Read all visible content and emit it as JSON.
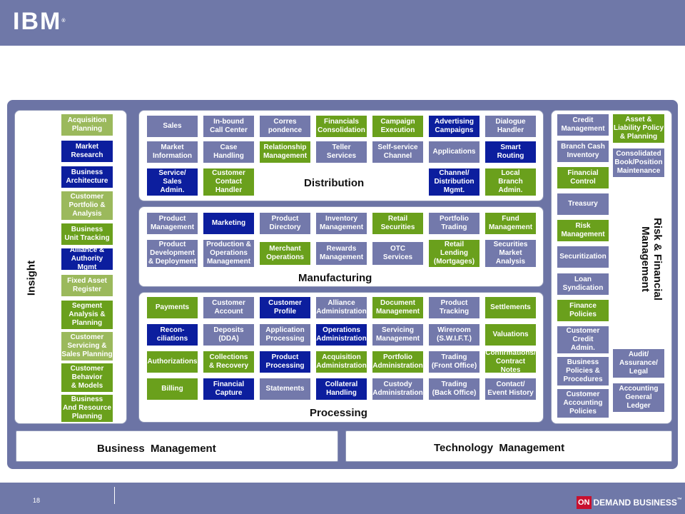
{
  "header": {
    "logo": "IBM"
  },
  "sections": {
    "insight": "Insight",
    "distribution": "Distribution",
    "manufacturing": "Manufacturing",
    "processing": "Processing",
    "risk": "Risk & Financial\nManagement",
    "business_management": "Business  Management",
    "technology_management": "Technology  Management"
  },
  "insight_boxes": [
    "Acquisition\nPlanning",
    "Market\nResearch",
    "Business\nArchitecture",
    "Customer\nPortfolio &\nAnalysis",
    "Business\nUnit Tracking",
    "Alliance &\nAuthority Mgmt",
    "Fixed Asset\nRegister",
    "Segment\nAnalysis &\nPlanning",
    "Customer\nServicing &\nSales Planning",
    "Customer\nBehavior\n& Models",
    "Business\nAnd Resource\nPlanning"
  ],
  "distribution_boxes": [
    "Sales",
    "In-bound\nCall Center",
    "Corres\npondence",
    "Financials\nConsolidation",
    "Campaign\nExecution",
    "Advertising\nCampaigns",
    "Dialogue\nHandler",
    "Market\nInformation",
    "Case\nHandling",
    "Relationship\nManagement",
    "Teller\nServices",
    "Self-service\nChannel",
    "Applications",
    "Smart\nRouting",
    "Service/\nSales\nAdmin.",
    "Customer\nContact\nHandler",
    "Channel/\nDistribution\nMgmt.",
    "Local\nBranch\nAdmin."
  ],
  "manufacturing_boxes": [
    "Product\nManagement",
    "Marketing",
    "Product\nDirectory",
    "Inventory\nManagement",
    "Retail\nSecurities",
    "Portfolio\nTrading",
    "Fund\nManagement",
    "Product\nDevelopment\n& Deployment",
    "Production &\nOperations\nManagement",
    "Merchant\nOperations",
    "Rewards\nManagement",
    "OTC\nServices",
    "Retail\nLending\n(Mortgages)",
    "Securities\nMarket\nAnalysis"
  ],
  "processing_boxes": [
    "Payments",
    "Customer\nAccount",
    "Customer\nProfile",
    "Alliance\nAdministration",
    "Document\nManagement",
    "Product\nTracking",
    "Settlements",
    "Recon-\nciliations",
    "Deposits\n(DDA)",
    "Application\nProcessing",
    "Operations\nAdministration",
    "Servicing\nManagement",
    "Wireroom\n(S.W.I.F.T.)",
    "Valuations",
    "Authorizations",
    "Collections\n& Recovery",
    "Product\nProcessing",
    "Acquisition\nAdministration",
    "Portfolio\nAdministration",
    "Trading\n(Front Office)",
    "Confirmations/\nContract Notes",
    "Billing",
    "Financial\nCapture",
    "Statements",
    "Collateral\nHandling",
    "Custody\nAdministration",
    "Trading\n(Back Office)",
    "Contact/\nEvent History"
  ],
  "risk_left_boxes": [
    "Credit\nManagement",
    "Branch Cash\nInventory",
    "Financial\nControl",
    "Treasury",
    "Risk\nManagement",
    "Securitization",
    "Loan\nSyndication",
    "Finance\nPolicies",
    "Customer\nCredit\nAdmin.",
    "Business\nPolicies &\nProcedures",
    "Customer\nAccounting\nPolicies"
  ],
  "risk_right_boxes": [
    "Asset &\nLiability Policy\n& Planning",
    "Consolidated\nBook/Position\nMaintenance",
    "Audit/\nAssurance/\nLegal",
    "Accounting\nGeneral\nLedger"
  ],
  "footer": {
    "page": "18",
    "on": "ON",
    "brand": "DEMAND BUSINESS",
    "tm": "™"
  },
  "colors": {
    "light_blue": "#7379ab",
    "dark_blue": "#0c1e9e",
    "green": "#6aa01c",
    "olive": "#9bb95c",
    "frame": "#6c74a5",
    "bar": "#6f78a8"
  }
}
